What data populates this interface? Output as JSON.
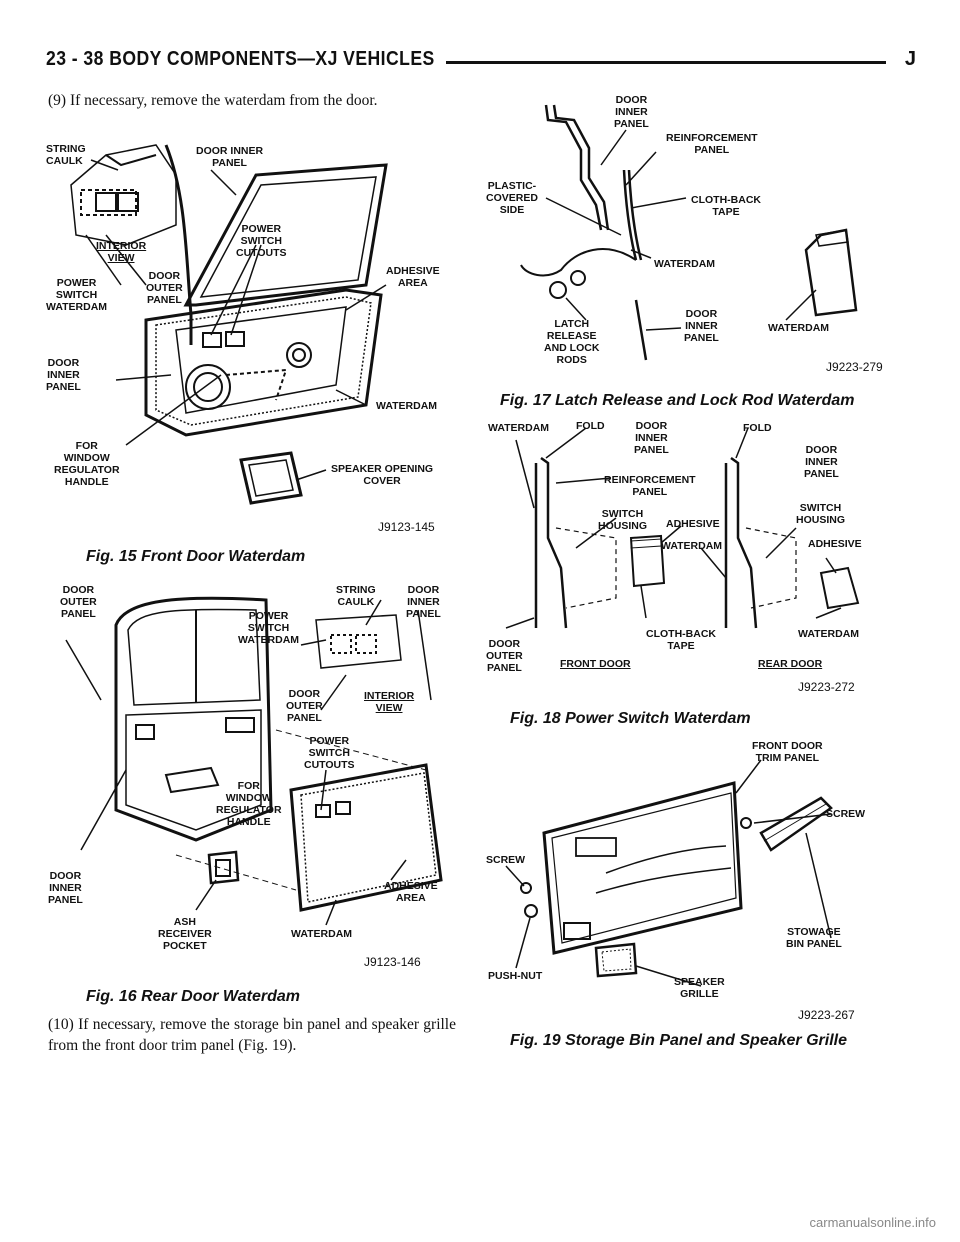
{
  "header": {
    "title": "23 - 38    BODY COMPONENTS—XJ VEHICLES",
    "mark": "J"
  },
  "paragraphs": {
    "step9": "(9) If necessary, remove the waterdam from the door.",
    "step10": "(10) If necessary, remove the storage bin panel and speaker grille from the front door trim panel (Fig. 19)."
  },
  "fig15": {
    "caption": "Fig. 15 Front Door Waterdam",
    "code": "J9123-145",
    "labels": {
      "string_caulk": "STRING\nCAULK",
      "door_inner_panel_top": "DOOR INNER\nPANEL",
      "interior_view": "INTERIOR\nVIEW",
      "power_switch_cutouts": "POWER\nSWITCH\nCUTOUTS",
      "power_switch_waterdam": "POWER\nSWITCH\nWATERDAM",
      "door_outer_panel": "DOOR\nOUTER\nPANEL",
      "adhesive_area": "ADHESIVE\nAREA",
      "door_inner_panel": "DOOR\nINNER\nPANEL",
      "waterdam": "WATERDAM",
      "for_window_regulator_handle": "FOR\nWINDOW\nREGULATOR\nHANDLE",
      "speaker_opening_cover": "SPEAKER OPENING\nCOVER"
    }
  },
  "fig16": {
    "caption": "Fig. 16 Rear Door Waterdam",
    "code": "J9123-146",
    "labels": {
      "door_outer_panel_top": "DOOR\nOUTER\nPANEL",
      "string_caulk": "STRING\nCAULK",
      "door_inner_panel_top": "DOOR\nINNER\nPANEL",
      "power_switch_waterdam": "POWER\nSWITCH\nWATERDAM",
      "door_outer_panel_mid": "DOOR\nOUTER\nPANEL",
      "interior_view": "INTERIOR\nVIEW",
      "power_switch_cutouts": "POWER\nSWITCH\nCUTOUTS",
      "for_window_regulator_handle": "FOR\nWINDOW\nREGULATOR\nHANDLE",
      "door_inner_panel": "DOOR\nINNER\nPANEL",
      "adhesive_area": "ADHESIVE\nAREA",
      "ash_receiver_pocket": "ASH\nRECEIVER\nPOCKET",
      "waterdam": "WATERDAM"
    }
  },
  "fig17": {
    "caption": "Fig. 17 Latch Release and Lock Rod Waterdam",
    "code": "J9223-279",
    "labels": {
      "door_inner_panel_top": "DOOR\nINNER\nPANEL",
      "reinforcement_panel": "REINFORCEMENT\nPANEL",
      "plastic_covered_side": "PLASTIC-\nCOVERED\nSIDE",
      "cloth_back_tape": "CLOTH-BACK\nTAPE",
      "waterdam_mid": "WATERDAM",
      "latch_release": "LATCH\nRELEASE\nAND LOCK\nRODS",
      "door_inner_panel_bottom": "DOOR\nINNER\nPANEL",
      "waterdam_right": "WATERDAM"
    }
  },
  "fig18": {
    "caption": "Fig. 18 Power Switch Waterdam",
    "code": "J9223-272",
    "labels": {
      "waterdam_top": "WATERDAM",
      "fold_left": "FOLD",
      "door_inner_panel_left": "DOOR\nINNER\nPANEL",
      "fold_right": "FOLD",
      "door_inner_panel_right": "DOOR\nINNER\nPANEL",
      "reinforcement_panel": "REINFORCEMENT\nPANEL",
      "switch_housing_left": "SWITCH\nHOUSING",
      "adhesive_left": "ADHESIVE",
      "waterdam_mid": "WATERDAM",
      "switch_housing_right": "SWITCH\nHOUSING",
      "adhesive_right": "ADHESIVE",
      "door_outer_panel": "DOOR\nOUTER\nPANEL",
      "cloth_back_tape": "CLOTH-BACK\nTAPE",
      "waterdam_right": "WATERDAM",
      "front_door": "FRONT DOOR",
      "rear_door": "REAR DOOR"
    }
  },
  "fig19": {
    "caption": "Fig. 19 Storage Bin Panel and Speaker Grille",
    "code": "J9223-267",
    "labels": {
      "front_door_trim_panel": "FRONT DOOR\nTRIM PANEL",
      "screw_right": "SCREW",
      "screw_left": "SCREW",
      "stowage_bin_panel": "STOWAGE\nBIN PANEL",
      "push_nut": "PUSH-NUT",
      "speaker_grille": "SPEAKER\nGRILLE"
    }
  },
  "footer": {
    "watermark": "carmanualsonline.info"
  }
}
